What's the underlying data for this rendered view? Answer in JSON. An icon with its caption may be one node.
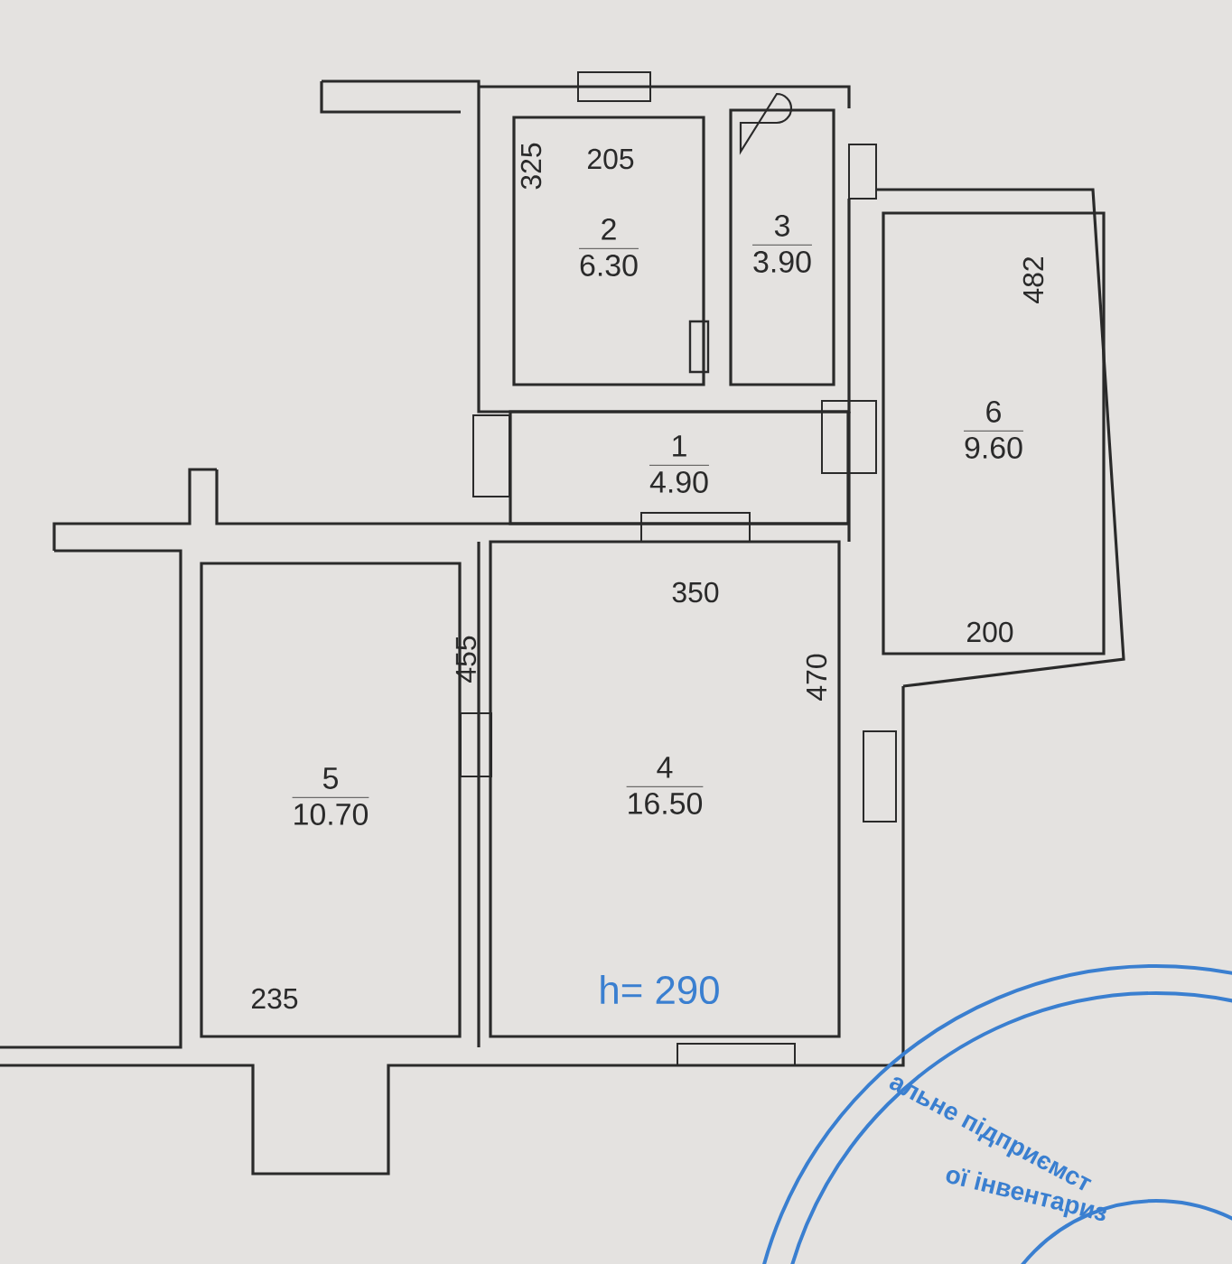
{
  "diagram": {
    "nodes": [
      {
        "text": [
          "2",
          "6.30"
        ]
      },
      {
        "text": [
          "3",
          "3.90"
        ]
      },
      {
        "text": [
          "6",
          "9.60"
        ]
      },
      {
        "text": [
          "1",
          "4.90"
        ]
      },
      {
        "text": [
          "5",
          "10.70"
        ]
      },
      {
        "text": [
          "4",
          "16.50"
        ]
      }
    ],
    "labels": [
      "325",
      "205",
      "482",
      "350",
      "200",
      "455",
      "470",
      "235",
      "h= 290",
      "альне підприємст",
      "ої інвентариз"
    ]
  }
}
